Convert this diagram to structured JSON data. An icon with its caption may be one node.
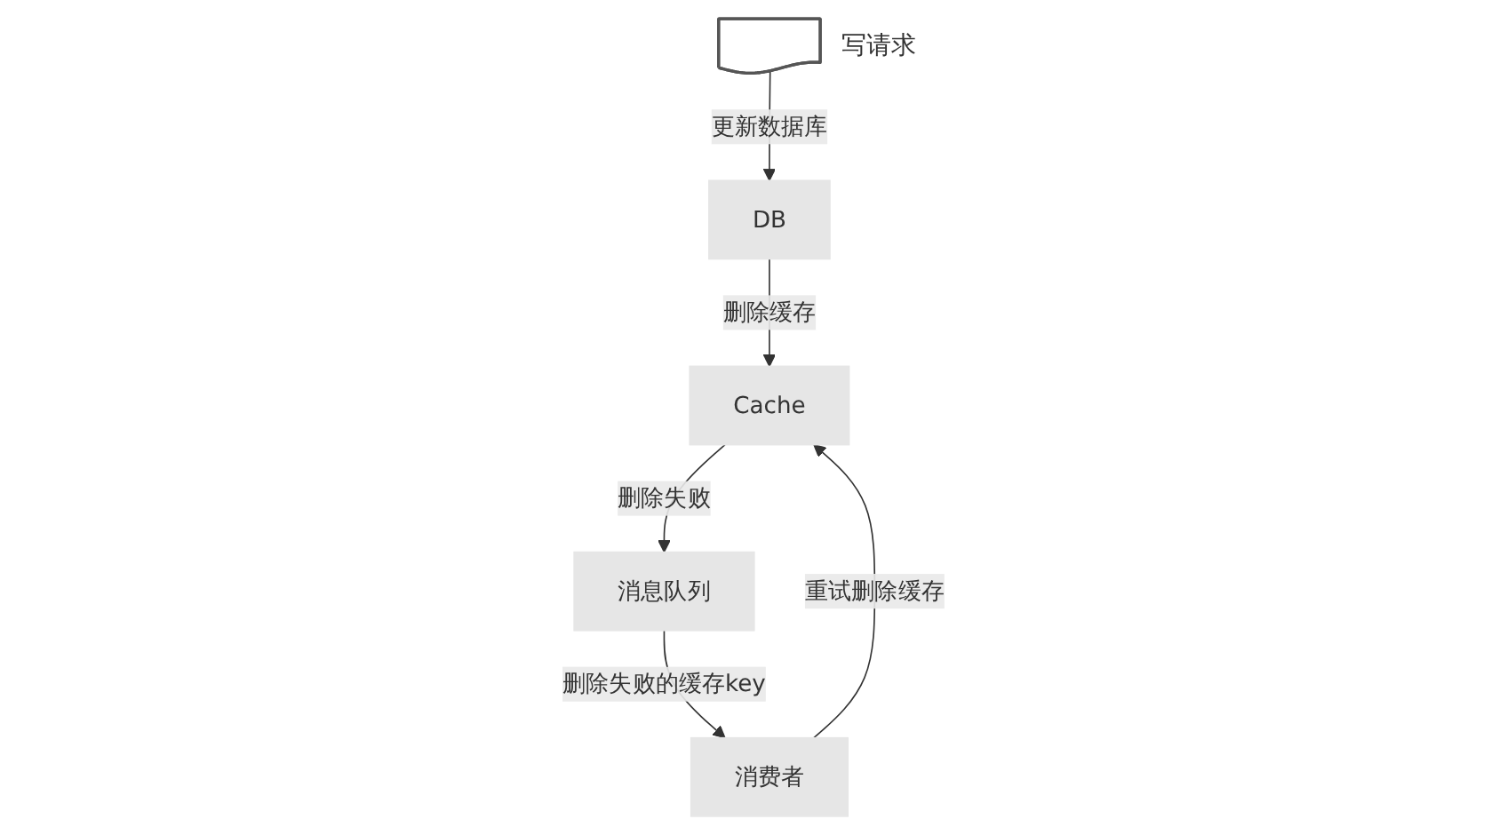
{
  "diagram": {
    "nodes": [
      {
        "text": [],
        "shape": "document",
        "beside": [
          "写请求"
        ]
      },
      {
        "text": [
          "DB"
        ]
      },
      {
        "text": [
          "Cache"
        ]
      },
      {
        "text": [
          "消息队列"
        ]
      },
      {
        "text": [
          "消费者"
        ]
      }
    ],
    "edges": [
      {
        "from": 0,
        "to": 1,
        "arrow": "to",
        "label": "更新数据库"
      },
      {
        "from": 1,
        "to": 2,
        "arrow": "to",
        "label": "删除缓存"
      },
      {
        "from": 2,
        "to": 3,
        "arrow": "to",
        "label": "删除失败"
      },
      {
        "from": 3,
        "to": 4,
        "arrow": "to",
        "label": "删除失败的缓存key"
      },
      {
        "from": 4,
        "to": 2,
        "arrow": "to",
        "label": "重试删除缓存"
      }
    ]
  }
}
